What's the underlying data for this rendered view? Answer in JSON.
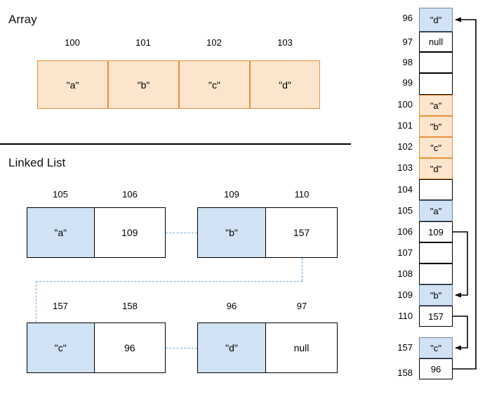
{
  "sections": {
    "array": {
      "title": "Array",
      "addresses": [
        "100",
        "101",
        "102",
        "103"
      ],
      "values": [
        "\"a\"",
        "\"b\"",
        "\"c\"",
        "\"d\""
      ]
    },
    "linked_list": {
      "title": "Linked List",
      "nodes": [
        {
          "data_address": "105",
          "next_address": "106",
          "data": "\"a\"",
          "next": "109"
        },
        {
          "data_address": "109",
          "next_address": "110",
          "data": "\"b\"",
          "next": "157"
        },
        {
          "data_address": "157",
          "next_address": "158",
          "data": "\"c\"",
          "next": "96"
        },
        {
          "data_address": "96",
          "next_address": "97",
          "data": "\"d\"",
          "next": "null"
        }
      ]
    }
  },
  "memory_table": {
    "rows": [
      {
        "address": "96",
        "value": "\"d\"",
        "fill": "blue"
      },
      {
        "address": "97",
        "value": "null",
        "fill": "white"
      },
      {
        "address": "98",
        "value": "",
        "fill": "white"
      },
      {
        "address": "99",
        "value": "",
        "fill": "white"
      },
      {
        "address": "100",
        "value": "\"a\"",
        "fill": "orange"
      },
      {
        "address": "101",
        "value": "\"b\"",
        "fill": "orange"
      },
      {
        "address": "102",
        "value": "\"c\"",
        "fill": "orange"
      },
      {
        "address": "103",
        "value": "\"d\"",
        "fill": "orange"
      },
      {
        "address": "104",
        "value": "",
        "fill": "white"
      },
      {
        "address": "105",
        "value": "\"a\"",
        "fill": "blue"
      },
      {
        "address": "106",
        "value": "109",
        "fill": "white"
      },
      {
        "address": "107",
        "value": "",
        "fill": "white"
      },
      {
        "address": "108",
        "value": "",
        "fill": "white"
      },
      {
        "address": "109",
        "value": "\"b\"",
        "fill": "blue"
      },
      {
        "address": "110",
        "value": "157",
        "fill": "white"
      },
      {
        "address": "157",
        "value": "\"c\"",
        "fill": "blue"
      },
      {
        "address": "158",
        "value": "96",
        "fill": "white"
      }
    ]
  },
  "colors": {
    "array_fill": "#fce5cd",
    "array_border": "#e69138",
    "node_fill": "#d0e2f3",
    "node_border": "#000000",
    "dashed_connector": "#6fa8dc",
    "arrow": "#000000",
    "divider": "#000000"
  }
}
